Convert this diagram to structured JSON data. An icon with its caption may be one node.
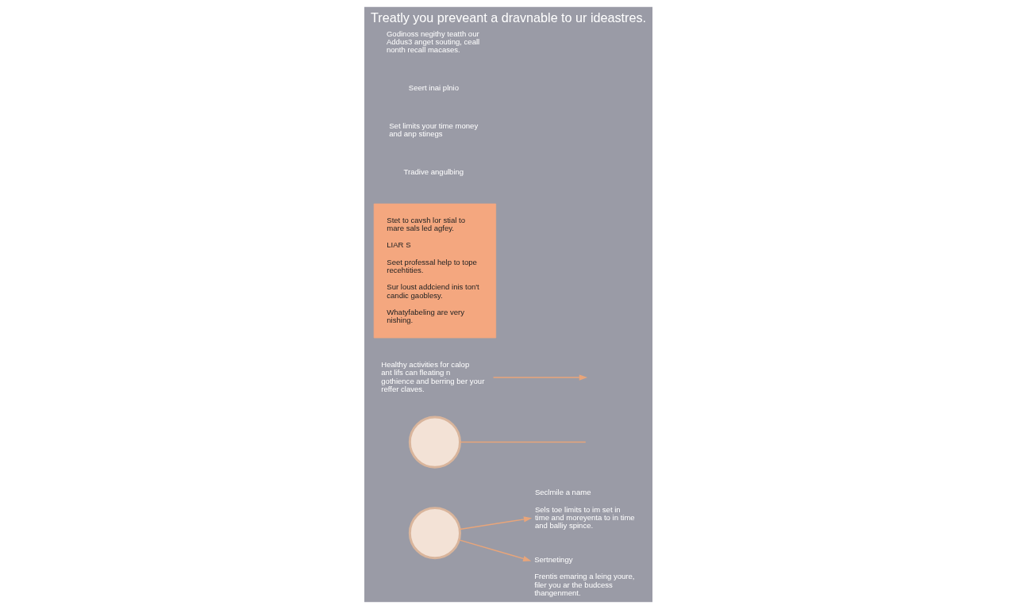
{
  "diagram": {
    "title": "Treatly you preveant a dravnable to ur ideastres.",
    "nodes": [
      {
        "text": [
          "Seclmile a name",
          "Sels toe limits to im set in time and moreyenta to in time and balliy spince."
        ]
      },
      {
        "text": [],
        "shape": "circle"
      },
      {
        "text": [
          "Sertnetingy",
          "Frentis emaring a leing youre, filer you ar the budcess thangenment."
        ]
      },
      {
        "text": [],
        "shape": "circle"
      },
      {
        "text": [
          "Healthy activities for calop ant lifs can fleating n gothience and berring ber your reffer claves."
        ]
      },
      {
        "text": [
          "Stet to cavsh lor stial to mare sals led agfey.",
          "LIAR S",
          "Seet professal help to tope recehtities.",
          "Sur loust addciend inis ton't candic gaoblesy.",
          "Whatyfabeling are very nishing."
        ]
      }
    ],
    "edges": [
      {
        "from": 3,
        "to": 0,
        "arrow": "to"
      },
      {
        "from": 3,
        "to": 2,
        "arrow": "to"
      },
      {
        "from": 1,
        "to": null,
        "arrow": "none"
      },
      {
        "from": 4,
        "to": null,
        "arrow": "to"
      }
    ],
    "labels": [
      "Tradive angulbing",
      "Set limits your time money and anp stinegs",
      "Seert inai plnio",
      "Godinoss negithy teatth our Addus3 anget souting, ceall nonth recall macases."
    ]
  }
}
